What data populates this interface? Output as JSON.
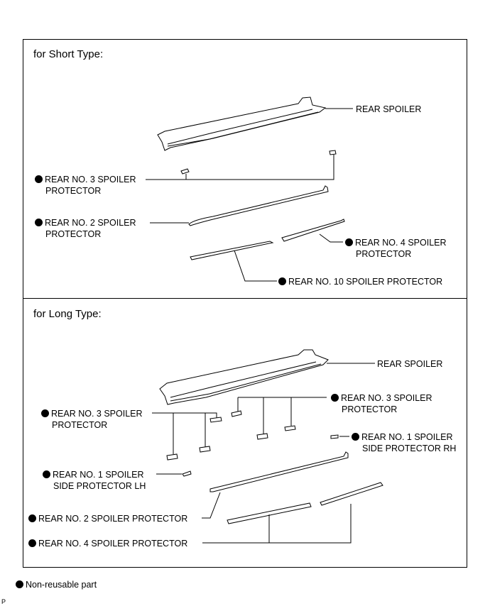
{
  "short": {
    "title": "for Short Type:",
    "rear_spoiler": "REAR SPOILER",
    "no3": [
      "REAR NO. 3 SPOILER",
      "PROTECTOR"
    ],
    "no2": [
      "REAR NO. 2 SPOILER",
      "PROTECTOR"
    ],
    "no4": [
      "REAR NO. 4 SPOILER",
      "PROTECTOR"
    ],
    "no10": "REAR NO. 10 SPOILER PROTECTOR"
  },
  "long": {
    "title": "for Long Type:",
    "rear_spoiler": "REAR SPOILER",
    "no3_right": [
      "REAR NO. 3 SPOILER",
      "PROTECTOR"
    ],
    "no3_left": [
      "REAR NO. 3 SPOILER",
      "PROTECTOR"
    ],
    "no1_rh": [
      "REAR NO. 1 SPOILER",
      "SIDE PROTECTOR RH"
    ],
    "no1_lh": [
      "REAR NO. 1 SPOILER",
      "SIDE PROTECTOR LH"
    ],
    "no2": "REAR NO. 2 SPOILER PROTECTOR",
    "no4": "REAR NO. 4 SPOILER PROTECTOR"
  },
  "legend": {
    "non_reusable": "Non-reusable part"
  },
  "corner_mark": "P"
}
